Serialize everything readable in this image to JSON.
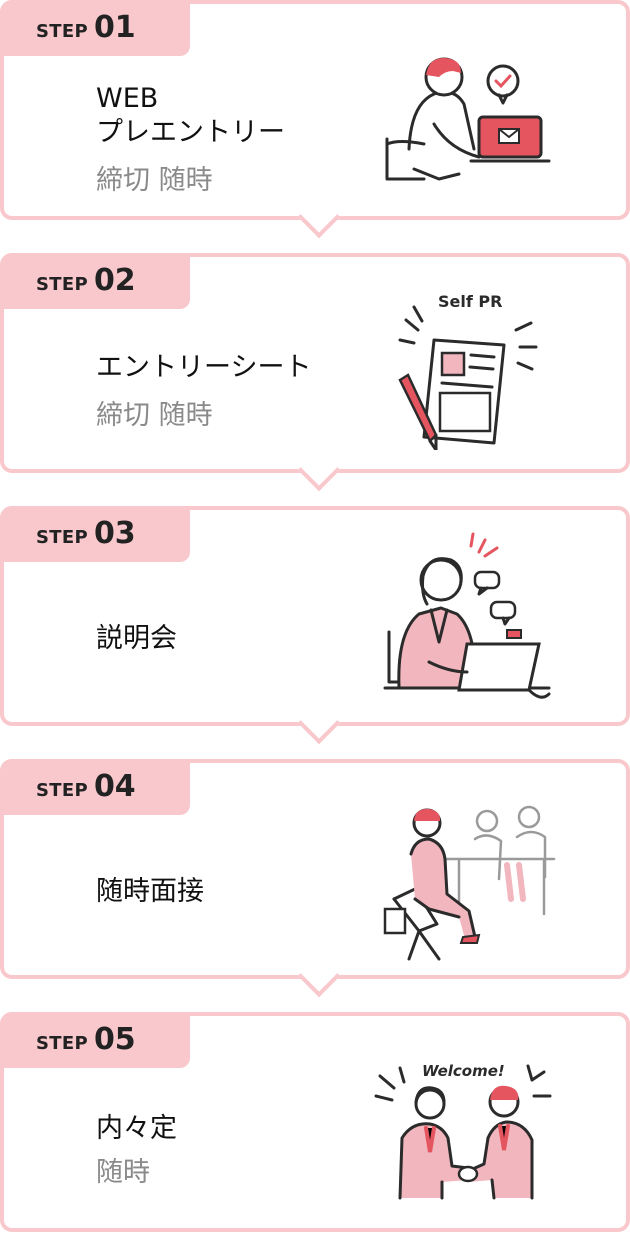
{
  "steps": [
    {
      "label": "STEP",
      "number": "01",
      "title": "WEB\nプレエントリー",
      "sub": "締切 随時",
      "illustration": "laptop-person-icon"
    },
    {
      "label": "STEP",
      "number": "02",
      "title": "エントリーシート",
      "sub": "締切 随時",
      "illustration": "self-pr-sheet-icon",
      "illustration_text": "Self PR"
    },
    {
      "label": "STEP",
      "number": "03",
      "title": "説明会",
      "sub": "",
      "illustration": "online-seminar-icon"
    },
    {
      "label": "STEP",
      "number": "04",
      "title": "随時面接",
      "sub": "",
      "illustration": "interview-icon"
    },
    {
      "label": "STEP",
      "number": "05",
      "title": "内々定",
      "sub": "随時",
      "illustration": "handshake-icon",
      "illustration_text": "Welcome!"
    }
  ],
  "colors": {
    "border": "#f9c8cd",
    "accent": "#e4555f",
    "sub_text": "#8a8a8a"
  }
}
